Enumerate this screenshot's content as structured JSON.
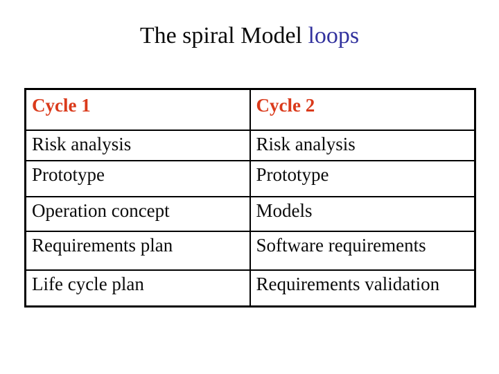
{
  "slide": {
    "title": {
      "text_black": "The spiral Model ",
      "text_accent": "loops",
      "accent_color": "#32329E"
    },
    "table": {
      "header_color": "#DA3A1B",
      "columns": [
        "Cycle 1",
        "Cycle 2"
      ],
      "rows": [
        [
          "Risk analysis",
          "Risk analysis"
        ],
        [
          "Prototype",
          "Prototype"
        ],
        [
          "Operation concept",
          "Models"
        ],
        [
          "Requirements plan",
          "Software requirements"
        ],
        [
          "Life cycle plan",
          "Requirements validation"
        ]
      ]
    }
  }
}
